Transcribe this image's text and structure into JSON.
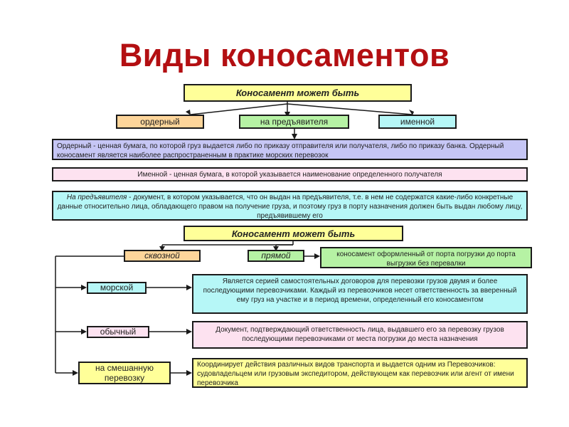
{
  "title": "Виды коносаментов",
  "header1": "Коносамент может быть",
  "types": {
    "order": "ордерный",
    "bearer": "на предъявителя",
    "named": "именной"
  },
  "defs": {
    "order": "Ордерный - ценная бумага, по которой груз выдается либо по приказу отправителя или получателя, либо по приказу банка. Ордерный коносамент является наиболее распространенным в практике морских перевозок",
    "named": "Именной - ценная бумага, в которой указывается наименование определенного получателя",
    "bearer_term": "На предъявителя",
    "bearer": " - документ, в котором указывается, что он выдан на предъявителя, т.е. в нем не содержатся какие-либо конкретные данные относительно лица, обладающего правом на получение груза, и поэтому груз в порту назначения должен быть выдан любому лицу, предъявившему его"
  },
  "header2": "Коносамент может быть",
  "routes": {
    "through": "сквозной",
    "direct": "прямой",
    "direct_desc": "коносамент оформленный от порта погрузки до порта выгрузки без перевалки"
  },
  "kinds": {
    "sea": "морской",
    "sea_desc": "Является серией самостоятельных договоров для перевозки грузов двумя и более последующими перевозчиками. Каждый из перевозчиков несет ответственность за вверенный ему груз на участке и в период времени, определенный его коносаментом",
    "ordinary": "обычный",
    "ordinary_desc": "Документ, подтверждающий ответственность лица, выдавшего его за перевозку грузов последующими перевозчиками от места погрузки до места назначения",
    "mixed": "на смешанную перевозку",
    "mixed_desc": "Координирует действия различных видов транспорта и выдается одним из Перевозчиков: судовладельцем или грузовым экспедитором, действующем как перевозчик или агент от имени перевозчика"
  },
  "colors": {
    "title": "#b30f12",
    "yellow": "#ffff99",
    "orange": "#fdd59a",
    "green": "#b6f2a4",
    "cyan": "#b6f7f7",
    "lavender": "#c6c6f5",
    "pink": "#fde2f0"
  }
}
